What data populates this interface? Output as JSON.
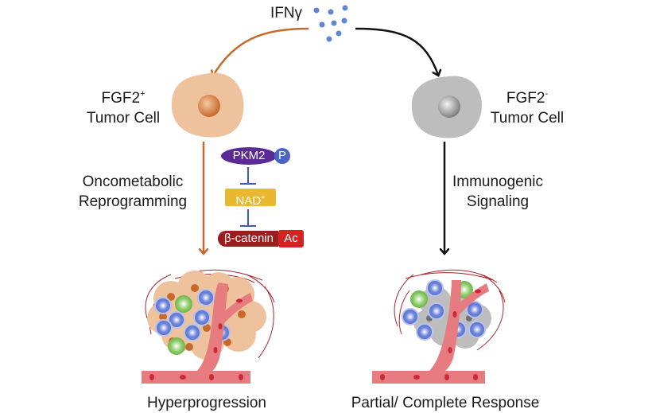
{
  "stimulus": {
    "label": "IFNγ"
  },
  "left_branch": {
    "cell_label_line1": "FGF2",
    "cell_label_sup": "+",
    "cell_label_line2": "Tumor Cell",
    "process_line1": "Oncometabolic",
    "process_line2": "Reprogramming",
    "outcome": "Hyperprogression",
    "arrow_color": "#c8692c",
    "cell_color": "#eec29c",
    "nucleus_color": "#c8692c"
  },
  "right_branch": {
    "cell_label_line1": "FGF2",
    "cell_label_sup": "-",
    "cell_label_line2": "Tumor Cell",
    "process_line1": "Immunogenic",
    "process_line2": "Signaling",
    "outcome": "Partial/ Complete Response",
    "arrow_color": "#111111",
    "cell_color": "#bdbdbd",
    "nucleus_color": "#8f8f8f"
  },
  "pathway": {
    "pkm2": "PKM2",
    "p": "P",
    "nad": "NAD",
    "nad_sup": "+",
    "bcatenin": "β-catenin",
    "ac": "Ac",
    "colors": {
      "pkm2": "#5a2a96",
      "p": "#4b63c4",
      "nad": "#e9b830",
      "bcatenin": "#9b1d1d",
      "ac": "#d42323",
      "inhibit": "#3f5bb8"
    }
  },
  "colors": {
    "ifn_dots": "#5f86d0",
    "vessel": "#e67b80",
    "vessel_dots": "#c92a35",
    "tcell": "#8da0e0",
    "dcell": "#a9d98a",
    "fibers": "#a8232a"
  }
}
